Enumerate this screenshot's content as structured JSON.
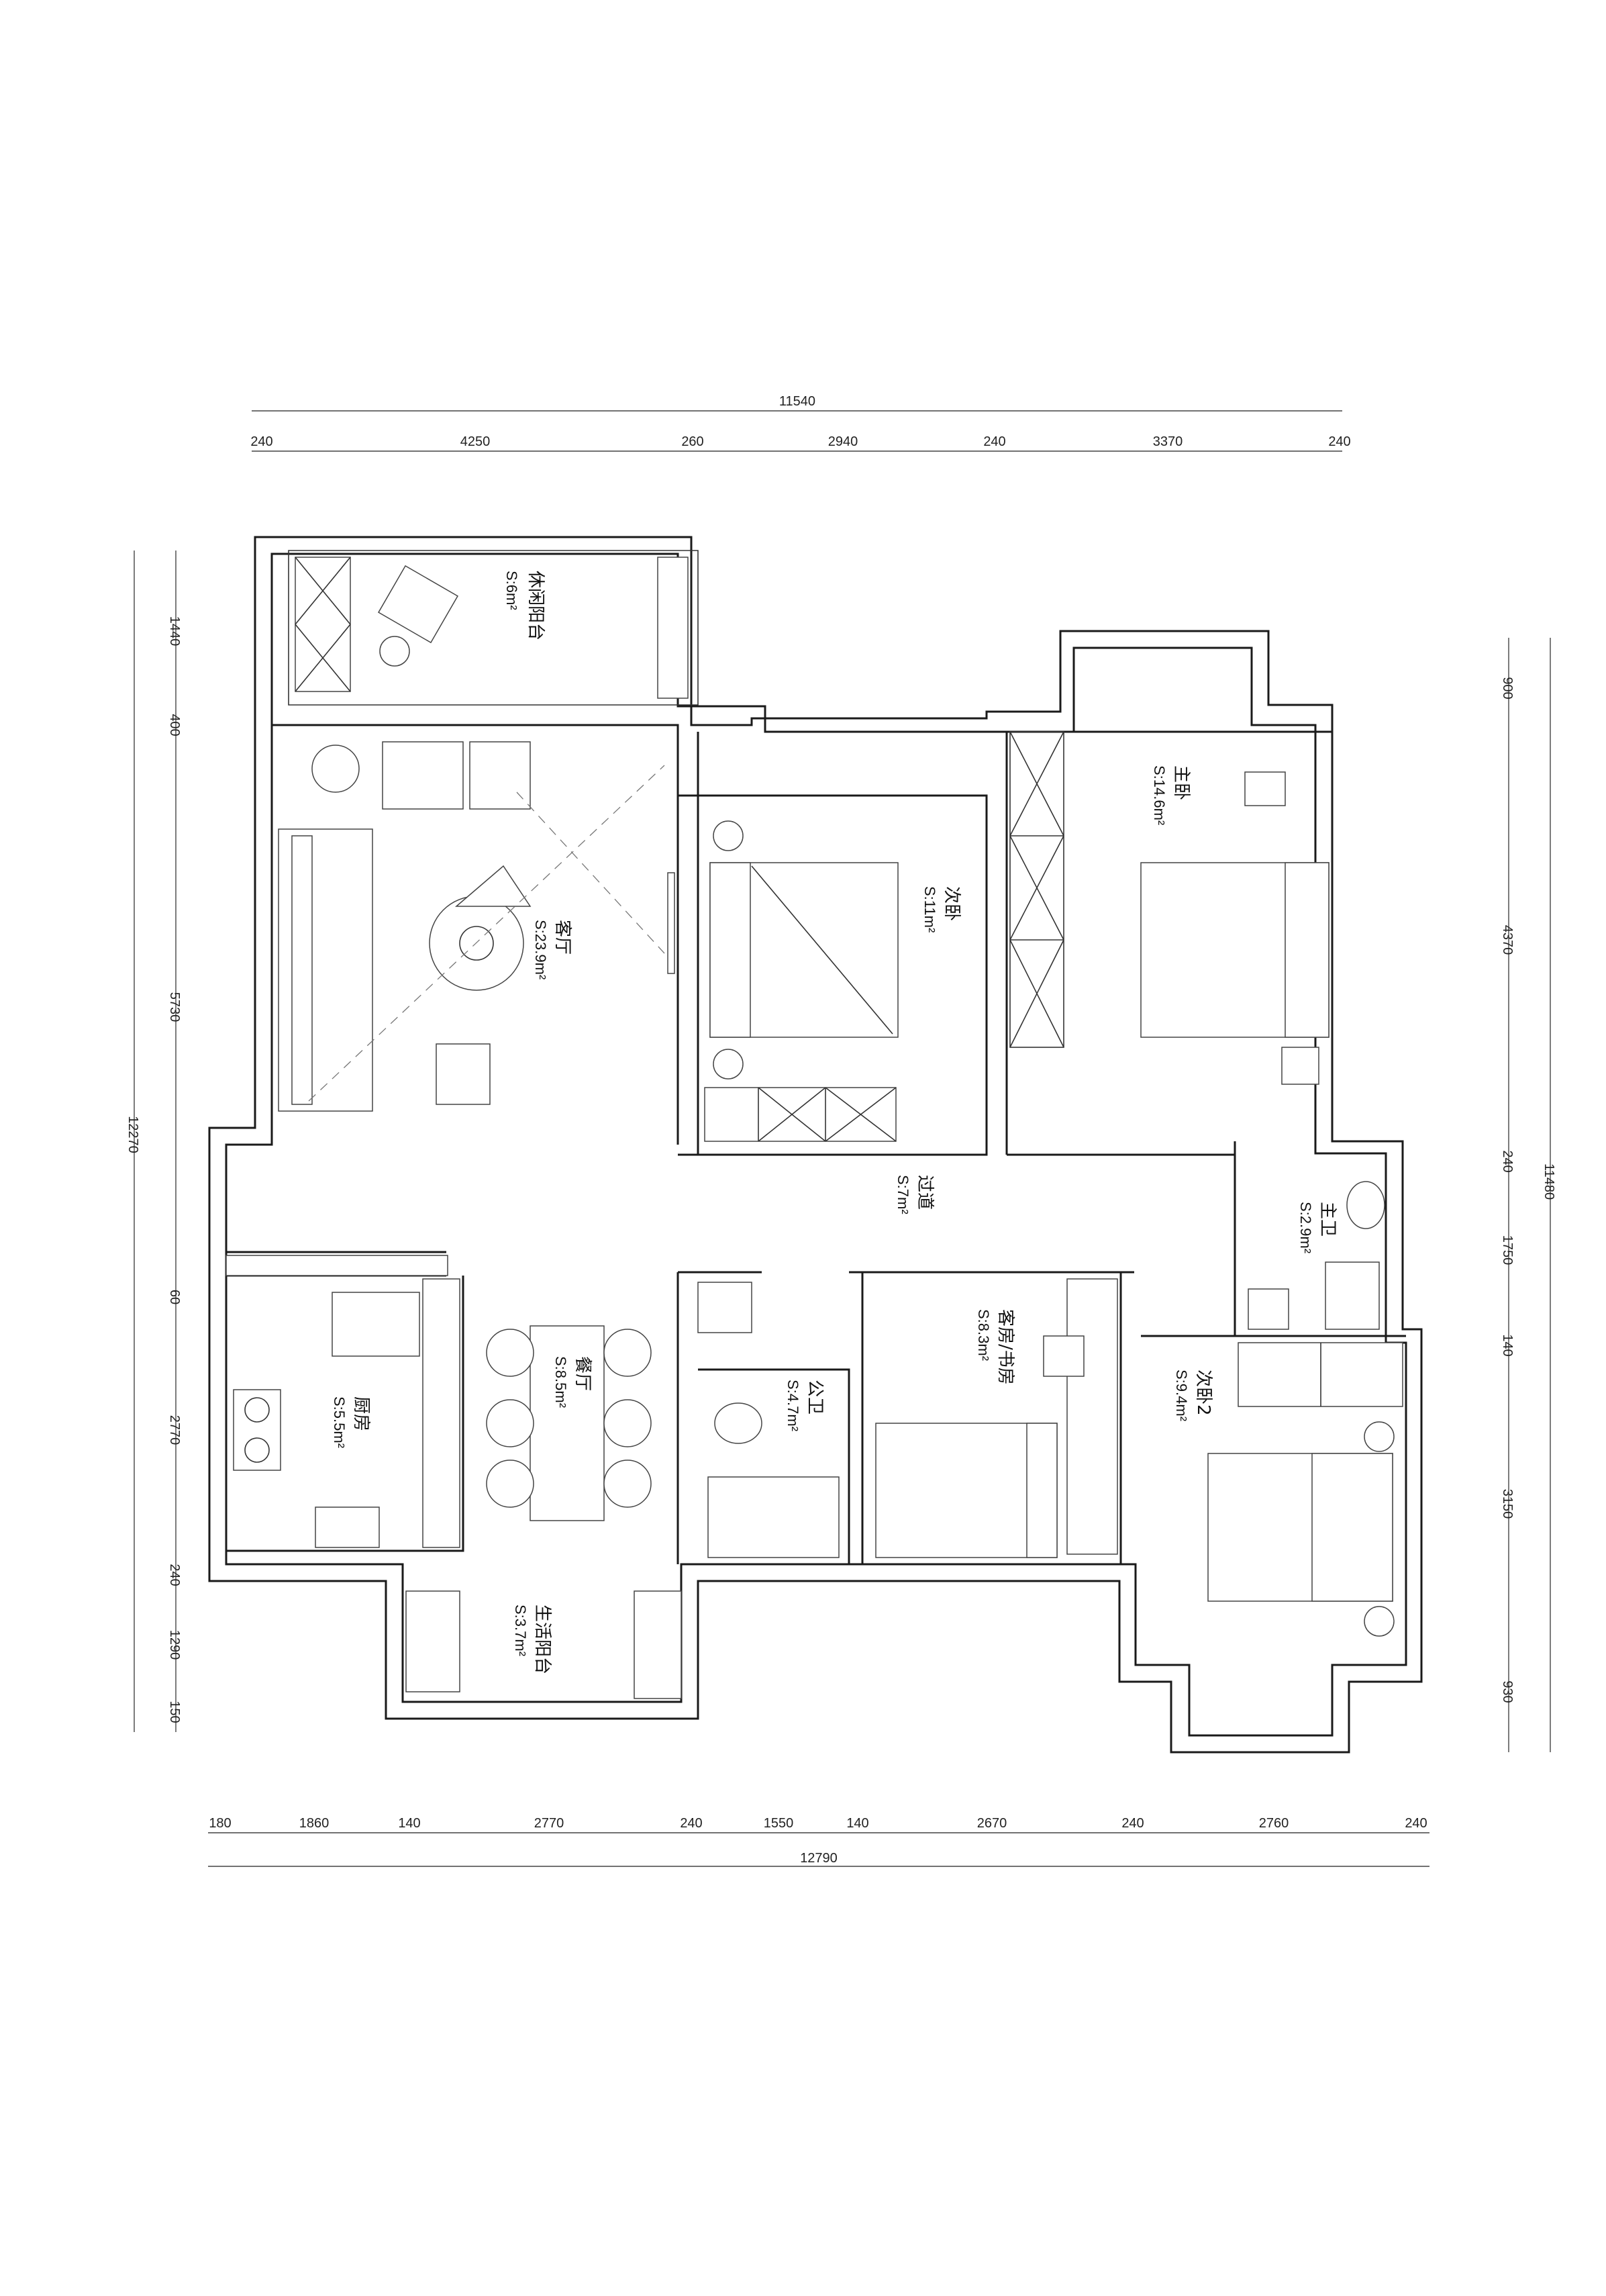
{
  "dimensions": {
    "top_total": "11540",
    "top_segments": [
      "240",
      "4250",
      "260",
      "2940",
      "240",
      "3370",
      "240"
    ],
    "bottom_total": "12790",
    "bottom_segments": [
      "180",
      "1860",
      "140",
      "2770",
      "240",
      "1550",
      "140",
      "2670",
      "240",
      "2760",
      "240"
    ],
    "left_total": "12270",
    "left_segments": [
      "1440",
      "400",
      "5730",
      "60",
      "2770",
      "240",
      "1290",
      "150"
    ],
    "right_total": "11480",
    "right_segments": [
      "900",
      "4370",
      "240",
      "1750",
      "140",
      "3150",
      "930"
    ]
  },
  "rooms": {
    "leisure_balcony": {
      "name": "休闲阳台",
      "area": "S:6m²"
    },
    "living_room": {
      "name": "客厅",
      "area": "S:23.9m²"
    },
    "second_bedroom": {
      "name": "次卧",
      "area": "S:11m²"
    },
    "master_bedroom": {
      "name": "主卧",
      "area": "S:14.6m²"
    },
    "corridor": {
      "name": "过道",
      "area": "S:7m²"
    },
    "master_bath": {
      "name": "主卫",
      "area": "S:2.9m²"
    },
    "kitchen": {
      "name": "厨房",
      "area": "S:5.5m²"
    },
    "dining_room": {
      "name": "餐厅",
      "area": "S:8.5m²"
    },
    "public_bath": {
      "name": "公卫",
      "area": "S:4.7m²"
    },
    "guest_study": {
      "name": "客房/书房",
      "area": "S:8.3m²"
    },
    "second_bedroom_2": {
      "name": "次卧2",
      "area": "S:9.4m²"
    },
    "utility_balcony": {
      "name": "生活阳台",
      "area": "S:3.7m²"
    }
  }
}
